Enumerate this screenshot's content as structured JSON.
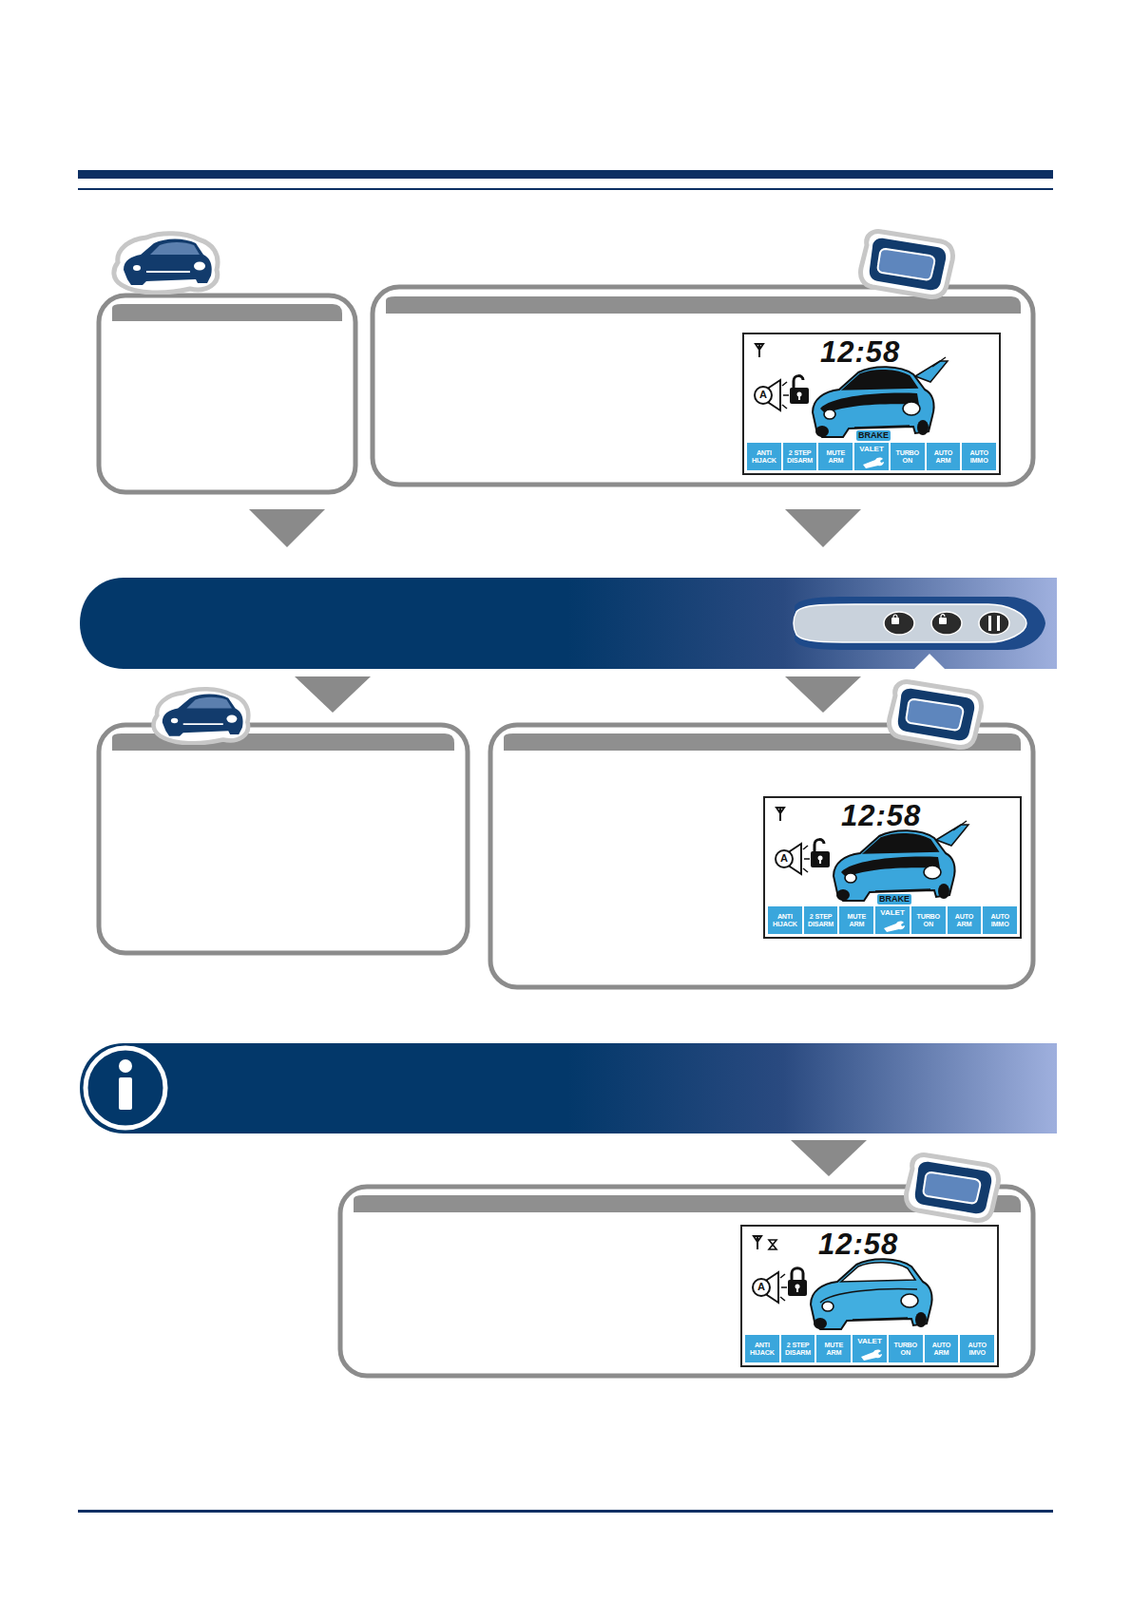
{
  "diagram": {
    "nodes": [
      {
        "text": [
          "12:58",
          "A",
          "BRAKE",
          "ANTI HIJACK",
          "2 STEP DISARM",
          "MUTE ARM",
          "VALET",
          "TURBO ON",
          "AUTO ARM",
          "AUTO IMMO"
        ]
      },
      {
        "text": [
          "12:58",
          "A",
          "BRAKE",
          "ANTI HIJACK",
          "2 STEP DISARM",
          "MUTE ARM",
          "VALET",
          "TURBO ON",
          "AUTO ARM",
          "AUTO IMMO"
        ]
      },
      {
        "text": [
          "12:58",
          "A",
          "ANTI HIJACK",
          "2 STEP DISARM",
          "MUTE ARM",
          "VALET",
          "TURBO ON",
          "AUTO ARM",
          "AUTO IMVO"
        ]
      }
    ]
  }
}
